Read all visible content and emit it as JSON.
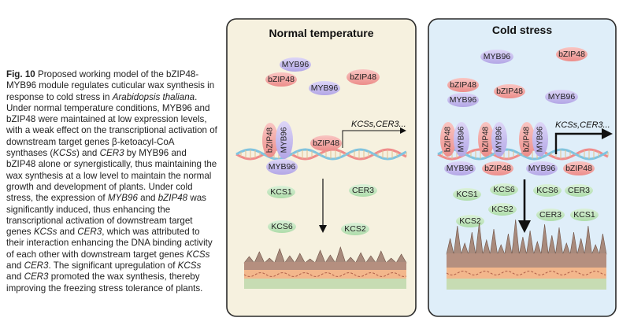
{
  "caption": {
    "fig_label": "Fig. 10",
    "segments": [
      {
        "t": " Proposed working model of the bZIP48-MYB96 module regulates cuticular wax synthesis in response to cold stress in ",
        "i": false
      },
      {
        "t": "Arabidopsis thaliana",
        "i": true
      },
      {
        "t": ". Under normal temperature conditions, MYB96 and bZIP48 were maintained at low expression levels, with a weak effect on the transcriptional activation of downstream target genes β-ketoacyl-CoA synthases (",
        "i": false
      },
      {
        "t": "KCSs",
        "i": true
      },
      {
        "t": ") and ",
        "i": false
      },
      {
        "t": "CER3",
        "i": true
      },
      {
        "t": " by MYB96 and bZIP48 alone or synergistically, thus maintaining the wax synthesis at a low level to maintain the normal growth and development of plants. Under cold stress, the expression of ",
        "i": false
      },
      {
        "t": "MYB96",
        "i": true
      },
      {
        "t": " and ",
        "i": false
      },
      {
        "t": "bZIP48",
        "i": true
      },
      {
        "t": " was significantly induced, thus enhancing the transcriptional activation of downstream target genes ",
        "i": false
      },
      {
        "t": "KCSs",
        "i": true
      },
      {
        "t": " and ",
        "i": false
      },
      {
        "t": "CER3",
        "i": true
      },
      {
        "t": ", which was attributed to their interaction enhancing the DNA binding activity of each other with downstream target genes ",
        "i": false
      },
      {
        "t": "KCSs",
        "i": true
      },
      {
        "t": " and ",
        "i": false
      },
      {
        "t": "CER3",
        "i": true
      },
      {
        "t": ". The significant upregulation of ",
        "i": false
      },
      {
        "t": "KCSs",
        "i": true
      },
      {
        "t": " and ",
        "i": false
      },
      {
        "t": "CER3",
        "i": true
      },
      {
        "t": " promoted the wax synthesis, thereby improving the freezing stress tolerance of plants.",
        "i": false
      }
    ]
  },
  "colors": {
    "normal_panel_bg": "#f6f1df",
    "cold_panel_bg": "#dfeef9",
    "myb96": "#c9bff0",
    "bzip48": "#f3a7a4",
    "kcs_cer": "#c3e6c0"
  },
  "labels": {
    "myb96": "MYB96",
    "bzip48": "bZIP48",
    "kcs1": "KCS1",
    "kcs2": "KCS2",
    "kcs6": "KCS6",
    "cer3": "CER3"
  },
  "normal_panel": {
    "title": "Normal temperature",
    "target_genes": "KCSs,CER3..."
  },
  "cold_panel": {
    "title": "Cold stress",
    "target_genes": "KCSs,CER3..."
  }
}
